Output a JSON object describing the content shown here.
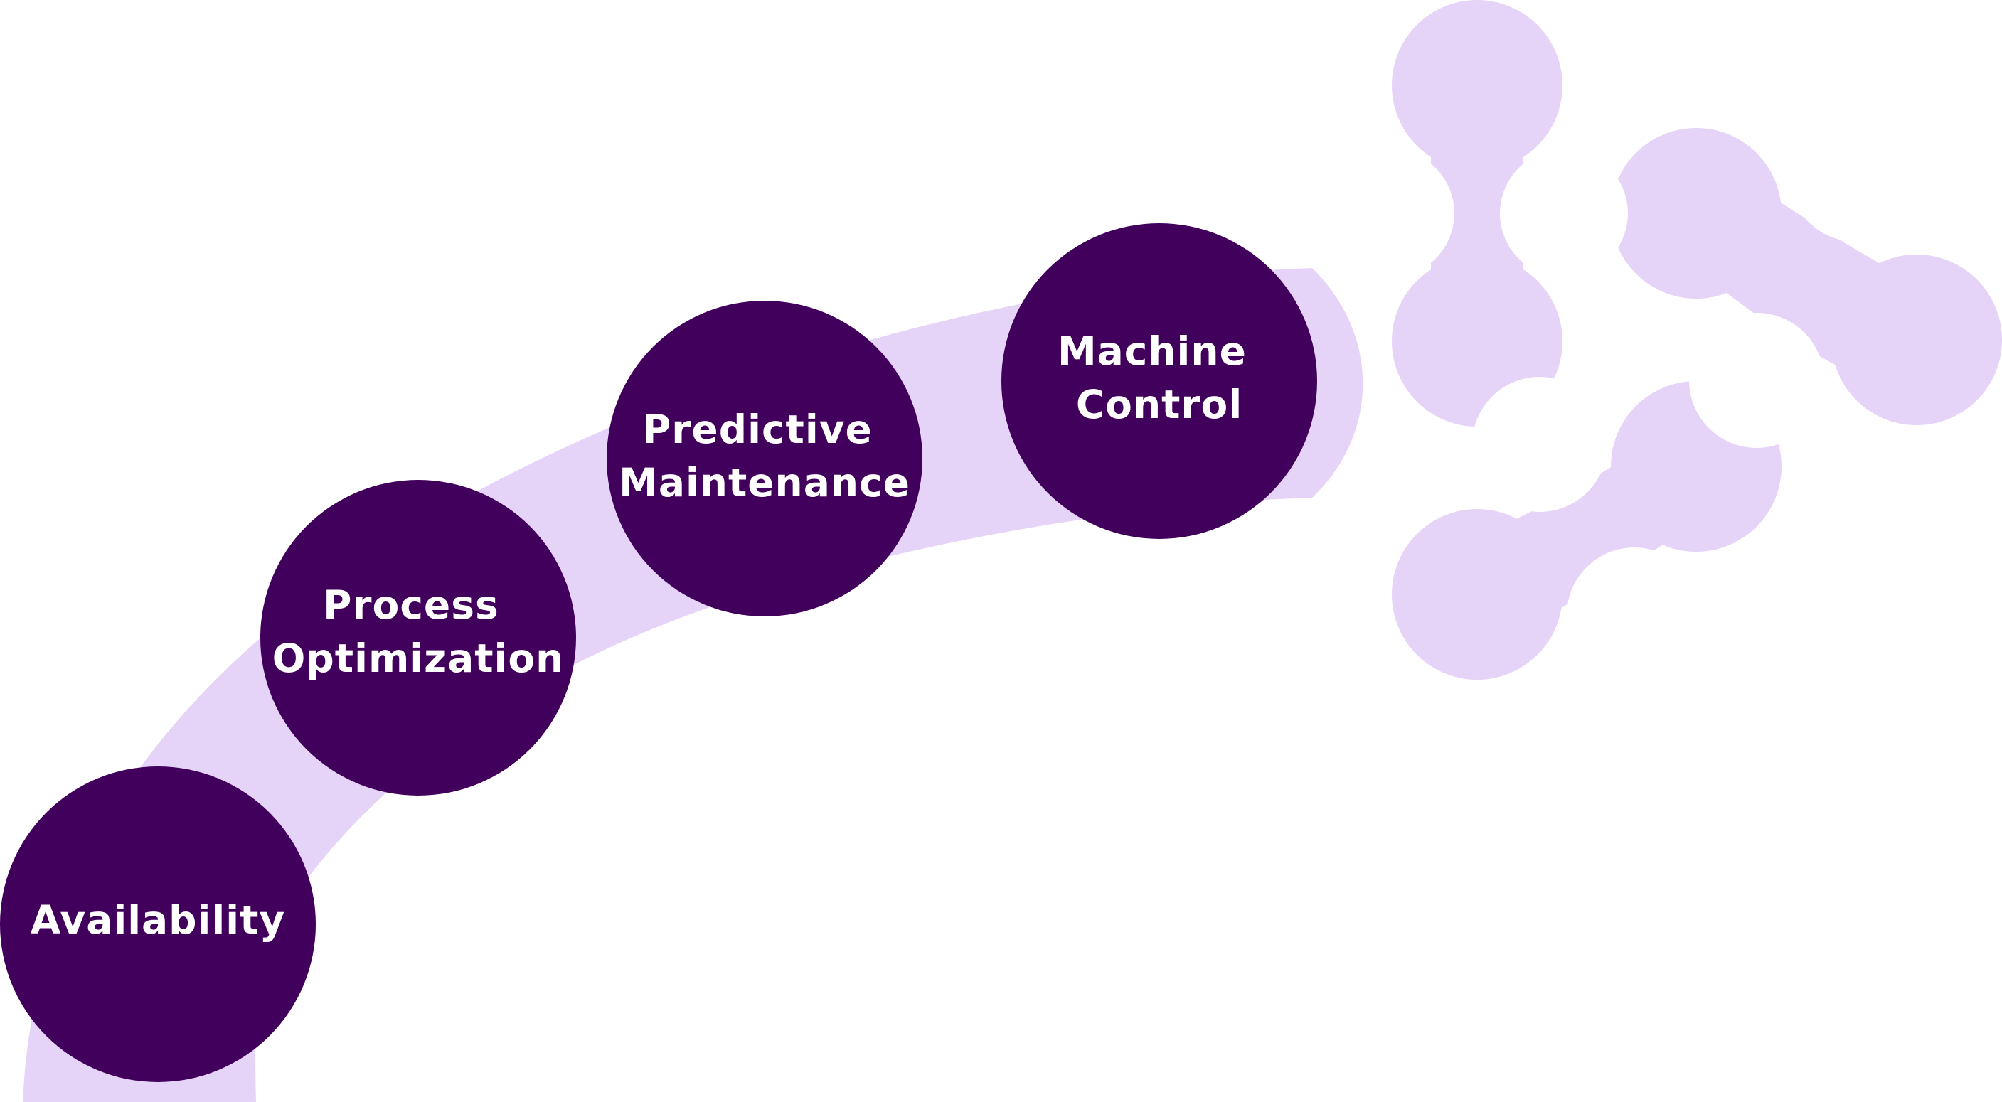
{
  "colors": {
    "background": "#ffffff",
    "arc": "#e6d3f8",
    "circle": "#42005d",
    "label": "#ffffff",
    "logo": "#e6d3f8"
  },
  "steps": [
    {
      "lines": [
        "Availability"
      ]
    },
    {
      "lines": [
        "Process",
        "Optimization"
      ]
    },
    {
      "lines": [
        "Predictive",
        "Maintenance"
      ]
    },
    {
      "lines": [
        "Machine",
        "Control"
      ]
    }
  ],
  "logo": {
    "icon": "molecule-network-icon"
  }
}
